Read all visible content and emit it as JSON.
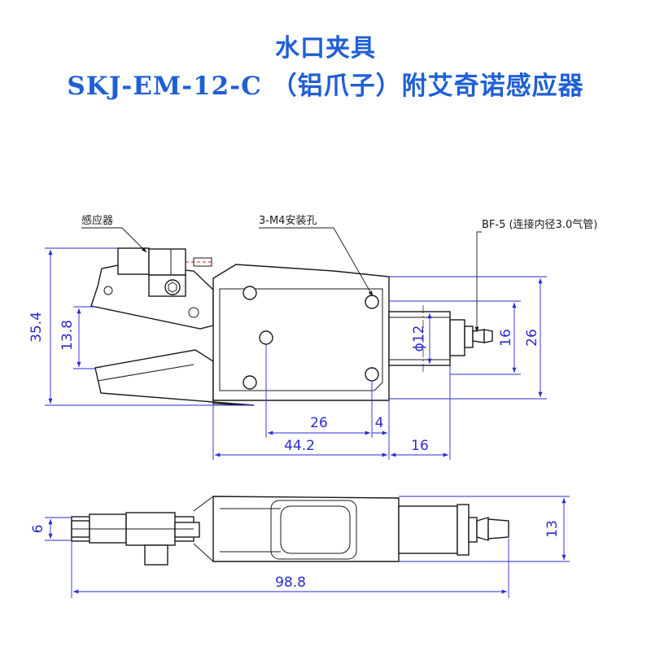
{
  "title": {
    "line1": "水口夹具",
    "line2_model": "SKJ-EM-12-C",
    "line2_desc": "（铝爪子）附艾奇诺感应器"
  },
  "notes": {
    "sensor": "感应器",
    "mount_holes": "3-M4安装孔",
    "fitting": "BF-5 (连接内径3.0气管)"
  },
  "dimensions": {
    "height_total": "35.4",
    "jaw_opening": "13.8",
    "cylinder_diameter": "ϕ12",
    "fitting_height": "16",
    "body_height": "26",
    "hole_spacing": "26",
    "hole_offset": "4",
    "body_length": "44.2",
    "cylinder_length": "16",
    "side_thickness": "6",
    "side_height": "13",
    "total_length": "98.8"
  },
  "colors": {
    "title": "#1f5fd6",
    "dimension": "#2a2ad0",
    "outline": "#1a1a1a",
    "sensor_line": "#d02020"
  }
}
